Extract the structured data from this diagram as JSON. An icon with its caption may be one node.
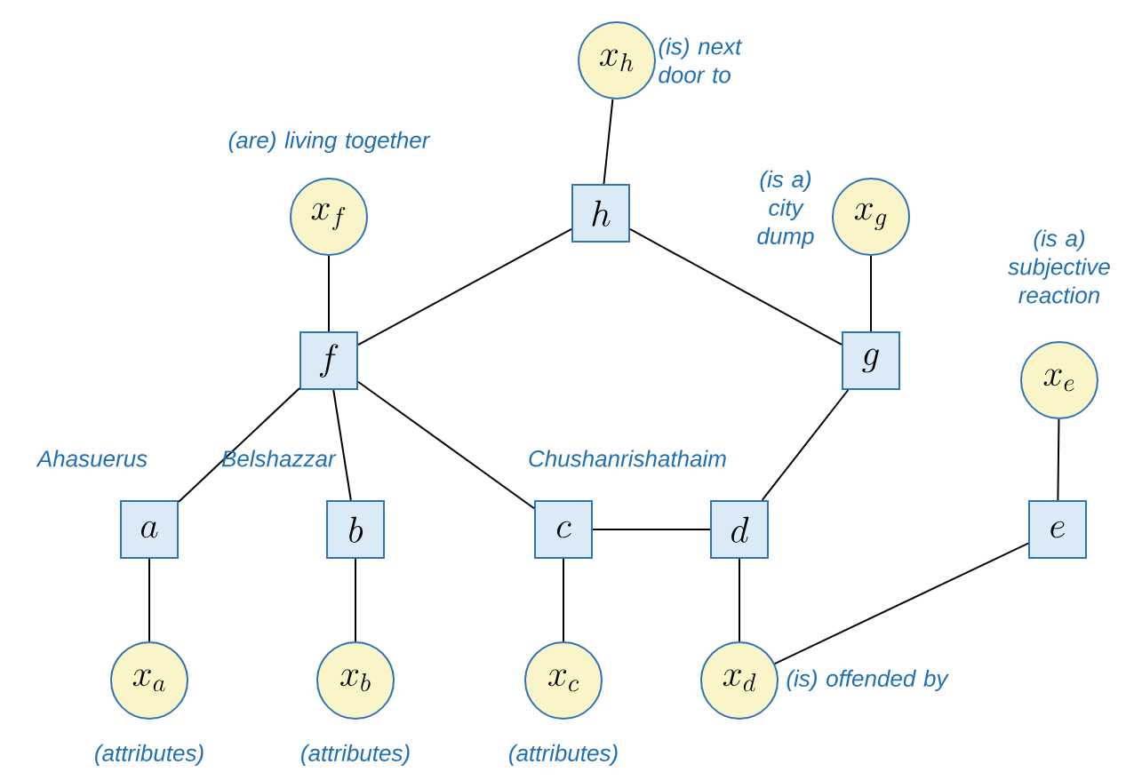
{
  "diagram": {
    "nodes": [
      {
        "text": [
          "x_h"
        ],
        "beside": [
          "(is) next door to"
        ]
      },
      {
        "text": [
          "h"
        ]
      },
      {
        "text": [
          "x_f"
        ],
        "beside": [
          "(are) living together"
        ]
      },
      {
        "text": [
          "x_g"
        ],
        "beside": [
          "(is a) city dump"
        ]
      },
      {
        "text": [
          "f"
        ]
      },
      {
        "text": [
          "g"
        ]
      },
      {
        "text": [
          "x_e"
        ],
        "beside": [
          "(is a) subjective reaction"
        ]
      },
      {
        "text": [
          "a"
        ],
        "beside": [
          "Ahasuerus"
        ]
      },
      {
        "text": [
          "b"
        ],
        "beside": [
          "Belshazzar"
        ]
      },
      {
        "text": [
          "c"
        ],
        "beside": [
          "Chushanrishathaim"
        ]
      },
      {
        "text": [
          "d"
        ]
      },
      {
        "text": [
          "e"
        ]
      },
      {
        "text": [
          "x_a"
        ],
        "beside": [
          "(attributes)"
        ]
      },
      {
        "text": [
          "x_b"
        ],
        "beside": [
          "(attributes)"
        ]
      },
      {
        "text": [
          "x_c"
        ],
        "beside": [
          "(attributes)"
        ]
      },
      {
        "text": [
          "x_d"
        ],
        "beside": [
          "(is) offended by"
        ]
      }
    ],
    "edges": [
      {
        "from": 0,
        "to": 1,
        "arrow": "none"
      },
      {
        "from": 2,
        "to": 4,
        "arrow": "none"
      },
      {
        "from": 3,
        "to": 5,
        "arrow": "none"
      },
      {
        "from": 1,
        "to": 4,
        "arrow": "none"
      },
      {
        "from": 1,
        "to": 5,
        "arrow": "none"
      },
      {
        "from": 4,
        "to": 7,
        "arrow": "none"
      },
      {
        "from": 4,
        "to": 8,
        "arrow": "none"
      },
      {
        "from": 4,
        "to": 9,
        "arrow": "none"
      },
      {
        "from": 5,
        "to": 10,
        "arrow": "none"
      },
      {
        "from": 6,
        "to": 11,
        "arrow": "none"
      },
      {
        "from": 9,
        "to": 10,
        "arrow": "none"
      },
      {
        "from": 7,
        "to": 12,
        "arrow": "none"
      },
      {
        "from": 8,
        "to": 13,
        "arrow": "none"
      },
      {
        "from": 9,
        "to": 14,
        "arrow": "none"
      },
      {
        "from": 10,
        "to": 15,
        "arrow": "none"
      },
      {
        "from": 11,
        "to": 15,
        "arrow": "none"
      }
    ]
  }
}
